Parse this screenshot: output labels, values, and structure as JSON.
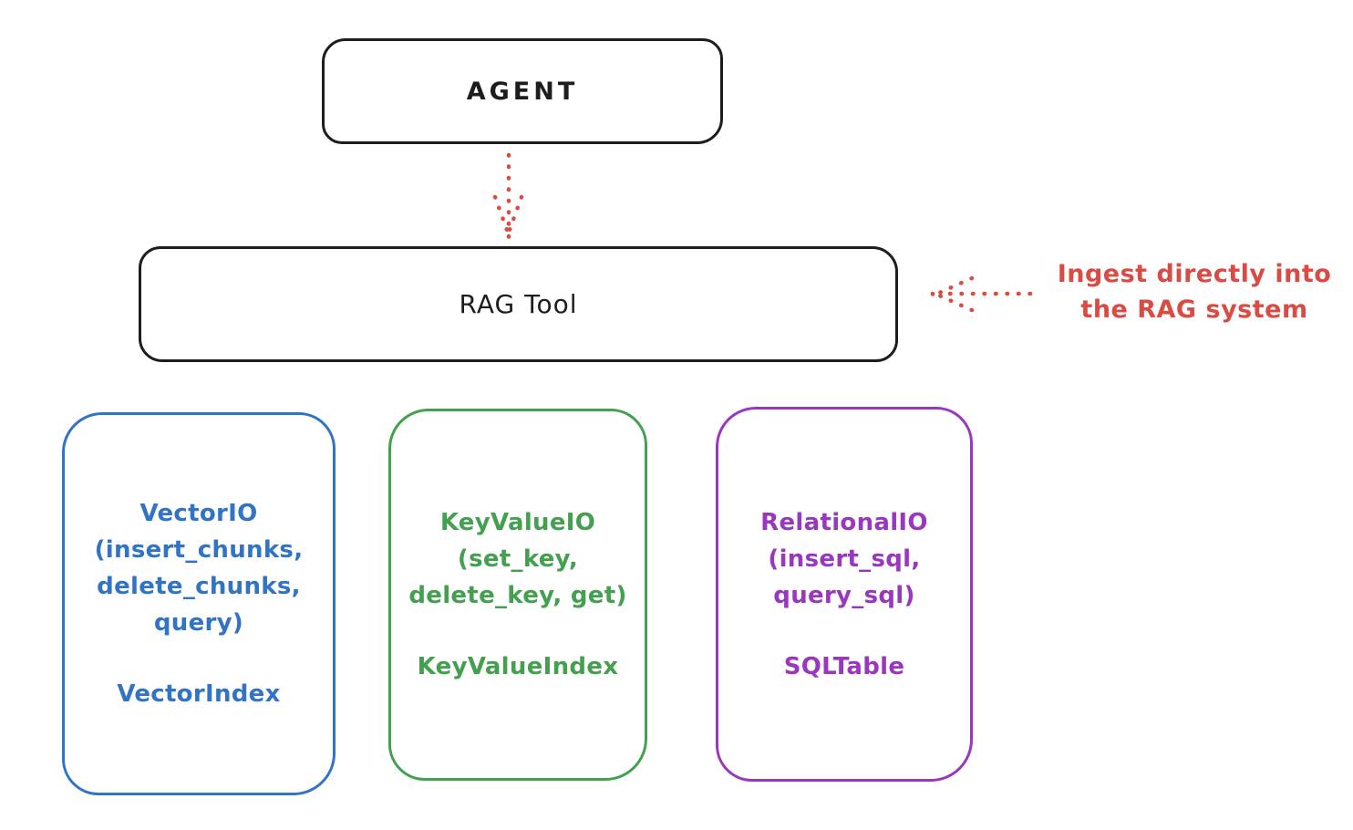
{
  "diagram": {
    "colors": {
      "stroke_black": "#1d1d1d",
      "red": "#d94b43",
      "vector_blue": "#3173c4",
      "keyvalue_green": "#43a04f",
      "relational_purple": "#9a36c0"
    },
    "agent": {
      "label": "AGENT"
    },
    "rag_tool": {
      "label": "RAG Tool"
    },
    "annotation": {
      "line1": "Ingest directly into",
      "line2": "the RAG system"
    },
    "boxes": {
      "vector": {
        "title_lines": [
          "VectorIO",
          "(insert_chunks,",
          "delete_chunks,",
          "query)"
        ],
        "index_label": "VectorIndex"
      },
      "keyvalue": {
        "title_lines": [
          "KeyValueIO",
          "(set_key,",
          "delete_key, get)"
        ],
        "index_label": "KeyValueIndex"
      },
      "relational": {
        "title_lines": [
          "RelationalIO",
          "(insert_sql,",
          "query_sql)"
        ],
        "index_label": "SQLTable"
      }
    }
  }
}
